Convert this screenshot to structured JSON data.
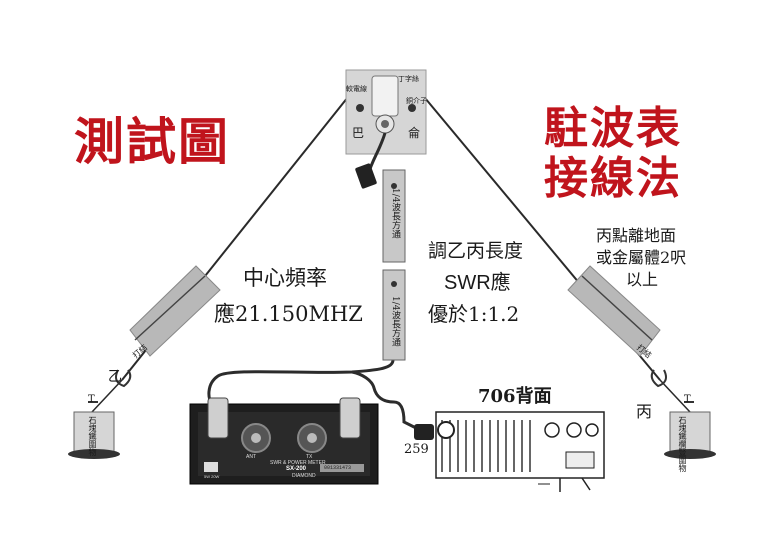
{
  "titles": {
    "left": "測試圖",
    "right_line1": "駐波表",
    "right_line2": "接線法"
  },
  "notes": {
    "center_freq_line1": "中心頻率",
    "center_freq_line2": "應21.150MHZ",
    "adjust_line1": "調乙丙長度",
    "adjust_line2": "SWR應",
    "adjust_line3": "優於1:1.2",
    "height_line1": "丙點離地面",
    "height_line2": "或金屬體2呎",
    "height_line3": "以上",
    "radio_label": "706背面",
    "connector_label": "259",
    "point_b": "乙",
    "point_c": "丙",
    "point_t_left": "T",
    "point_t_right": "T"
  },
  "balun": {
    "left_label": "巴",
    "right_label": "侖",
    "tag_left": "較電線",
    "tag_right": "丁字絲",
    "tag_right2": "銅介子"
  },
  "coax": {
    "segment1": "1/4波長方通",
    "segment2": "1/4波長方通"
  },
  "insulators": {
    "left_label": "打結",
    "right_label": "打結"
  },
  "anchors": {
    "left_label": "石塊鐵圍物",
    "right_label": "石塊鐵欄豎圍物"
  },
  "swr_meter": {
    "model": "SX-200",
    "caption": "SWR & POWER METER",
    "brand": "DIAMOND",
    "serial": "001331473",
    "ant": "ANT",
    "tx": "TX",
    "range": "5W 20W"
  },
  "colors": {
    "title_red": "#c0141c",
    "ink": "#1a1a1a",
    "cable": "#2c2c2c",
    "insulator_gray": "#b8b8b8"
  }
}
